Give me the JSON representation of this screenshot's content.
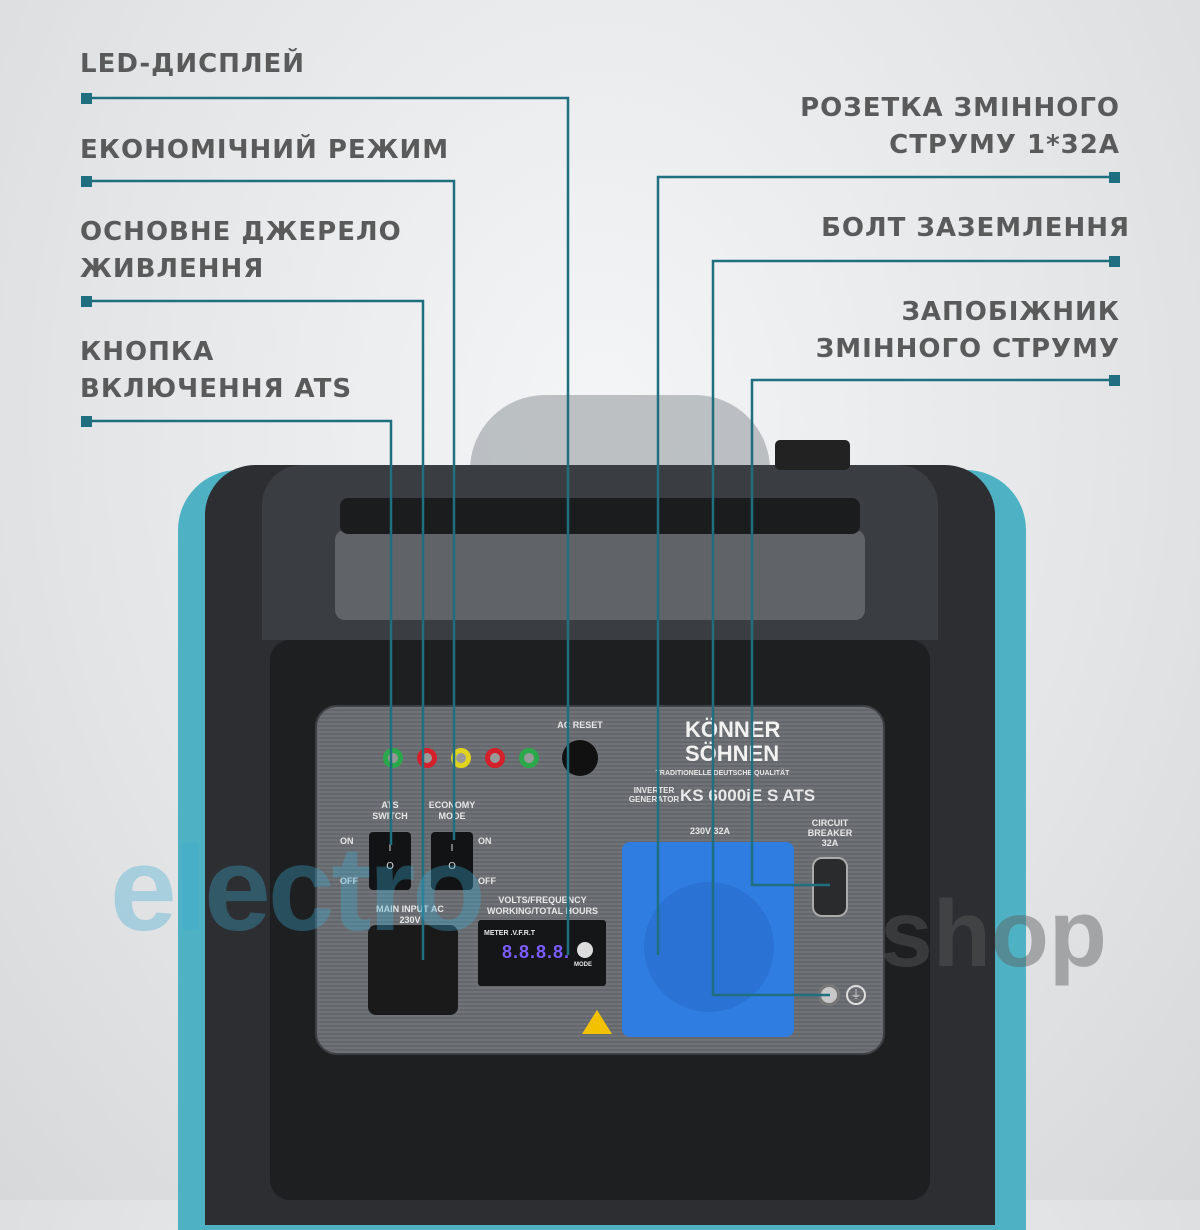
{
  "callouts_left": [
    {
      "lines": [
        "LED-ДИСПЛЕЙ"
      ]
    },
    {
      "lines": [
        "ЕКОНОМІЧНИЙ РЕЖИМ"
      ]
    },
    {
      "lines": [
        "ОСНОВНЕ ДЖЕРЕЛО",
        "ЖИВЛЕННЯ"
      ]
    },
    {
      "lines": [
        "КНОПКА",
        "ВКЛЮЧЕННЯ ATS"
      ]
    }
  ],
  "callouts_right": [
    {
      "lines": [
        "РОЗЕТКА ЗМІННОГО",
        "СТРУМУ 1*32А"
      ]
    },
    {
      "lines": [
        "БОЛТ ЗАЗЕМЛЕННЯ"
      ]
    },
    {
      "lines": [
        "ЗАПОБІЖНИК",
        "ЗМІННОГО СТРУМУ"
      ]
    }
  ],
  "panel": {
    "ac_reset": "AC RESET",
    "brand_line1": "KÖNNER",
    "brand_line2": "SÖHNEN",
    "tagline": "TRADITIONELLE DEUTSCHE QUALITÄT",
    "type_line1": "INVERTER",
    "type_line2": "GENERATOR",
    "model": "KS 6000iE S ATS",
    "ats_switch": "ATS SWITCH",
    "economy_mode": "ECONOMY MODE",
    "on": "ON",
    "off": "OFF",
    "main_input": "MAIN INPUT AC 230V",
    "meter_title": "VOLTS/FREQUENCY WORKING/TOTAL HOURS",
    "meter_label": "METER .V.F.R.T",
    "meter_digits": "8.8.8.8.",
    "mode": "MODE",
    "socket_rating": "230V 32A",
    "breaker": "CIRCUIT BREAKER 32A"
  },
  "watermark": {
    "left": "electro",
    "right": "shop"
  },
  "colors": {
    "leader": "#1f6f80",
    "label": "#5a5a5a",
    "socket": "#2f7de0",
    "teal": "#4fb2c4"
  }
}
